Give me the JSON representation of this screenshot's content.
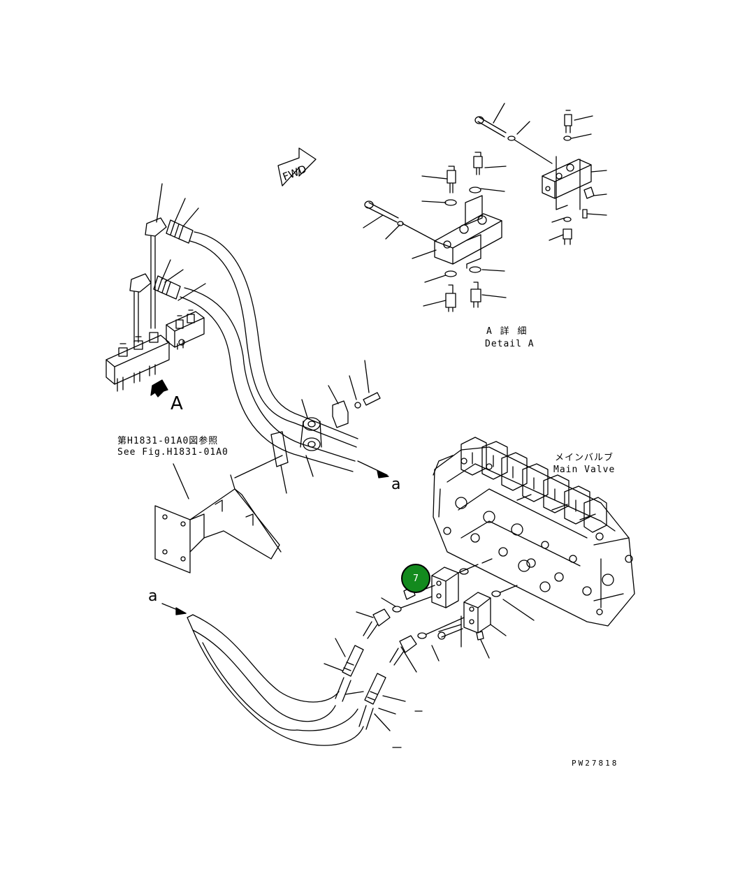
{
  "fwd_label": "FWD",
  "labels": {
    "view_a": "A",
    "detail_jp": "A 詳 細",
    "detail_en": "Detail A",
    "see_fig_jp": "第H1831-01A0図参照",
    "see_fig_en": "See Fig.H1831-01A0",
    "main_valve_jp": "メインバルブ",
    "main_valve_en": "Main Valve",
    "ref_a_1": "a",
    "ref_a_2": "a",
    "drawing_no": "PW27818"
  },
  "callouts": [
    {
      "number": "7",
      "color": "#138a1e"
    }
  ]
}
